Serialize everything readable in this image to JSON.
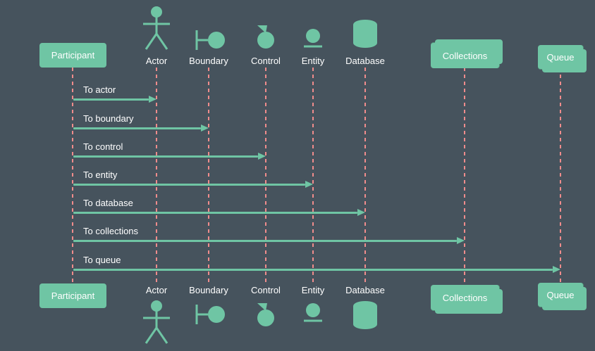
{
  "diagram": {
    "participants": [
      {
        "label": "Participant",
        "kind": "participant"
      },
      {
        "label": "Actor",
        "kind": "actor"
      },
      {
        "label": "Boundary",
        "kind": "boundary"
      },
      {
        "label": "Control",
        "kind": "control"
      },
      {
        "label": "Entity",
        "kind": "entity"
      },
      {
        "label": "Database",
        "kind": "database"
      },
      {
        "label": "Collections",
        "kind": "collections"
      },
      {
        "label": "Queue",
        "kind": "queue"
      }
    ],
    "messages": [
      {
        "label": "To actor",
        "from": "Participant",
        "to": "Actor"
      },
      {
        "label": "To boundary",
        "from": "Participant",
        "to": "Boundary"
      },
      {
        "label": "To control",
        "from": "Participant",
        "to": "Control"
      },
      {
        "label": "To entity",
        "from": "Participant",
        "to": "Entity"
      },
      {
        "label": "To database",
        "from": "Participant",
        "to": "Database"
      },
      {
        "label": "To collections",
        "from": "Participant",
        "to": "Collections"
      },
      {
        "label": "To queue",
        "from": "Participant",
        "to": "Queue"
      }
    ]
  },
  "colors": {
    "background": "#46535D",
    "shape": "#6FC5A4",
    "lifeline": "#F08C8C",
    "text": "#FFFFFF"
  }
}
